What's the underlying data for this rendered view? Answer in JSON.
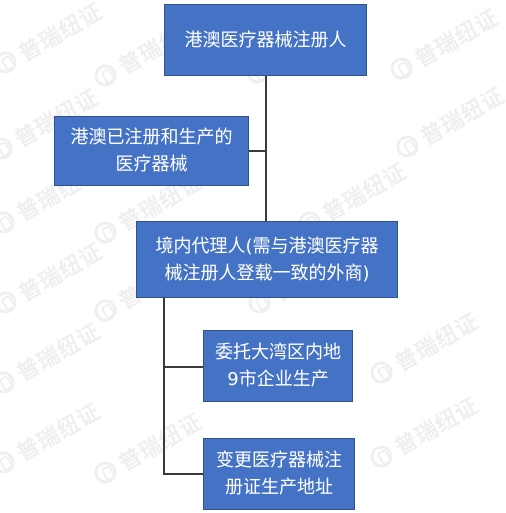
{
  "diagram": {
    "root": {
      "label": "港澳医疗器械注册人"
    },
    "hk_macao_registered": {
      "line1": "港澳已注册和生产的",
      "line2": "医疗器械"
    },
    "domestic_agent": {
      "line1": "境内代理人(需与港澳医疗器",
      "line2": "械注册人登载一致的外商)"
    },
    "option_gba": {
      "line1": "委托大湾区内地",
      "line2": "9市企业生产"
    },
    "option_change": {
      "line1": "变更医疗器械注",
      "line2": "册证生产地址"
    }
  },
  "watermark": {
    "text": "普瑞纽证"
  },
  "colors": {
    "box_fill": "#4472c4",
    "box_border": "#2f528f",
    "connector": "#3a3a3a"
  }
}
